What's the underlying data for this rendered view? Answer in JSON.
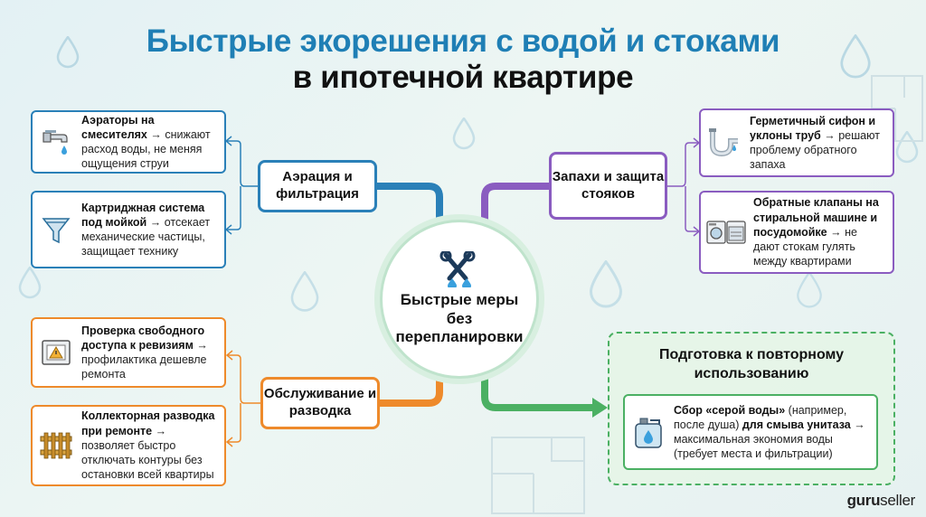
{
  "title": {
    "line1": "Быстрые экорешения с водой и стоками",
    "line2": "в ипотечной квартире"
  },
  "center": {
    "label": "Быстрые меры без перепланировки",
    "icon": "wrench-water-drops-icon"
  },
  "hubs": {
    "aeration": "Аэрация и фильтрация",
    "odors": "Запахи и защита стояков",
    "maintenance": "Обслуживание и разводка",
    "reuse": "Подготовка к повторному использованию"
  },
  "cards": {
    "aerators": {
      "title": "Аэраторы на смесителях",
      "text": "→ снижают расход воды, не меняя ощущения струи",
      "icon": "faucet-icon"
    },
    "cartridge": {
      "title": "Картриджная система под мойкой",
      "text": "→ отсекает механические частицы, защищает технику",
      "icon": "filter-funnel-icon"
    },
    "siphon": {
      "title": "Герметичный сифон и уклоны труб",
      "text": "→ решают проблему обратного запаха",
      "icon": "siphon-pipe-icon"
    },
    "valves": {
      "title": "Обратные клапаны на стиральной машине и посудомойке",
      "text": "→ не дают стокам гулять между квартирами",
      "icon": "washer-dishwasher-icon"
    },
    "revision": {
      "title": "Проверка свободного доступа к ревизиям",
      "text": "→ профилактика дешевле ремонта",
      "icon": "access-panel-icon"
    },
    "manifold": {
      "title": "Коллекторная разводка при ремонте",
      "text": "→ позволяет быстро отключать контуры без остановки всей квартиры",
      "icon": "manifold-icon"
    },
    "greywater": {
      "part1": "Сбор «серой воды»",
      "part2": "(например, после душа)",
      "part3": "для смыва унитаза",
      "part4": "→ максимальная экономия воды (требует места и фильтрации)",
      "icon": "water-canister-icon"
    }
  },
  "brand": {
    "part1": "guru",
    "part2": "seller"
  },
  "colors": {
    "title_blue": "#1f7fb5",
    "aeration_blue": "#2a80b8",
    "odors_purple": "#8a5cc0",
    "maintenance_orange": "#ee8a2b",
    "reuse_green": "#4bb063"
  }
}
